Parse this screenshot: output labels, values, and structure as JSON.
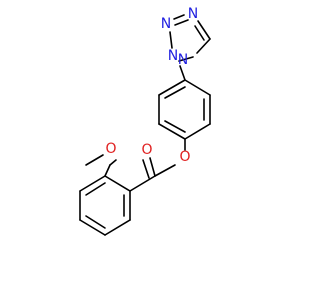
{
  "molecule": {
    "atoms": {
      "n1": {
        "label": "N",
        "color": "#1f1fe0"
      },
      "n2": {
        "label": "N",
        "color": "#1f1fe0"
      },
      "n3": {
        "label": "N",
        "color": "#1f1fe0"
      },
      "n4": {
        "label": "N",
        "color": "#1f1fe0"
      },
      "o_ester": {
        "label": "O",
        "color": "#e02020"
      },
      "o_carbonyl": {
        "label": "O",
        "color": "#e02020"
      },
      "o_methoxy": {
        "label": "O",
        "color": "#e02020"
      }
    },
    "bond_color": "#000000"
  }
}
